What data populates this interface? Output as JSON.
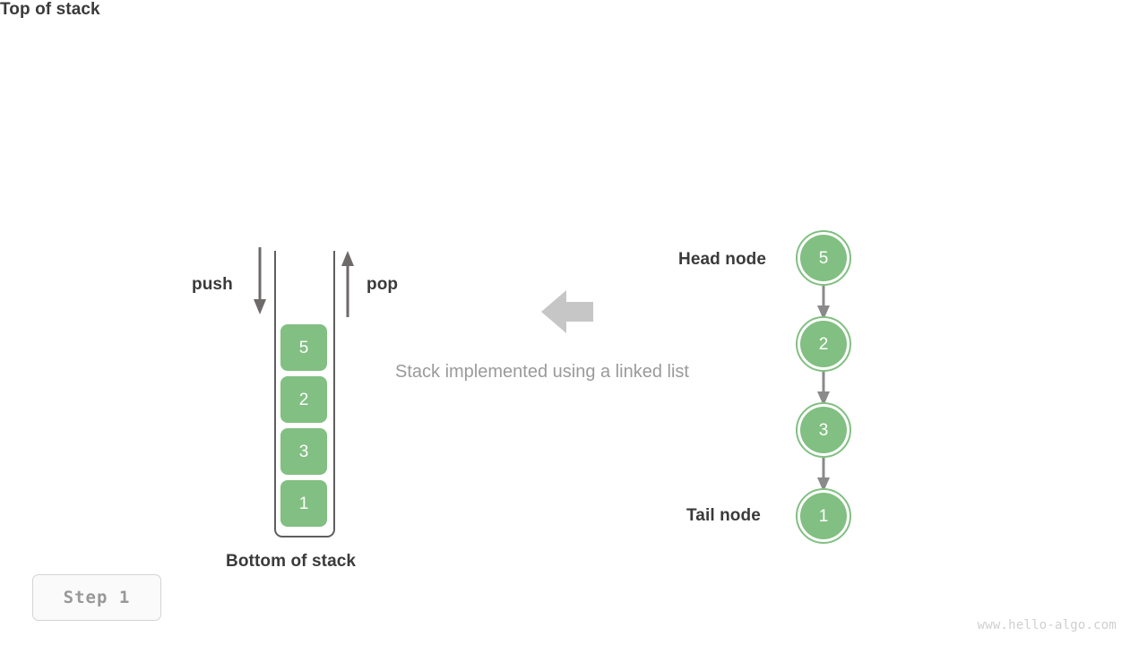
{
  "diagram": {
    "title": "Stack implemented using a linked list",
    "caption": "Stack implemented using a linked list",
    "colors": {
      "node_green": "#82bf82",
      "node_text": "#ffffff",
      "label_dark": "#3a3a3a",
      "caption_gray": "#9a9a9a",
      "arrow_gray": "#6e6a6a",
      "big_arrow_gray": "#c6c6c6",
      "container_stroke": "#5e5e5e",
      "badge_text": "#989898",
      "watermark": "#cfcfcf",
      "background": "#ffffff"
    }
  },
  "stack_panel": {
    "top_label": "Top of stack",
    "bottom_label": "Bottom of stack",
    "push_label": "push",
    "pop_label": "pop",
    "push_arrow_direction": "down",
    "pop_arrow_direction": "up",
    "cells": [
      {
        "value": "5",
        "position": "top"
      },
      {
        "value": "2",
        "position": "middle"
      },
      {
        "value": "3",
        "position": "middle"
      },
      {
        "value": "1",
        "position": "bottom"
      }
    ]
  },
  "transform_arrow": {
    "direction": "left",
    "name": "equivalence-arrow"
  },
  "linked_list_panel": {
    "head_label": "Head node",
    "tail_label": "Tail node",
    "nodes": [
      {
        "value": "5",
        "role": "head"
      },
      {
        "value": "2",
        "role": "middle"
      },
      {
        "value": "3",
        "role": "middle"
      },
      {
        "value": "1",
        "role": "tail"
      }
    ],
    "connector_count": 3
  },
  "footer": {
    "step_badge": "Step  1",
    "watermark": "www.hello-algo.com"
  }
}
